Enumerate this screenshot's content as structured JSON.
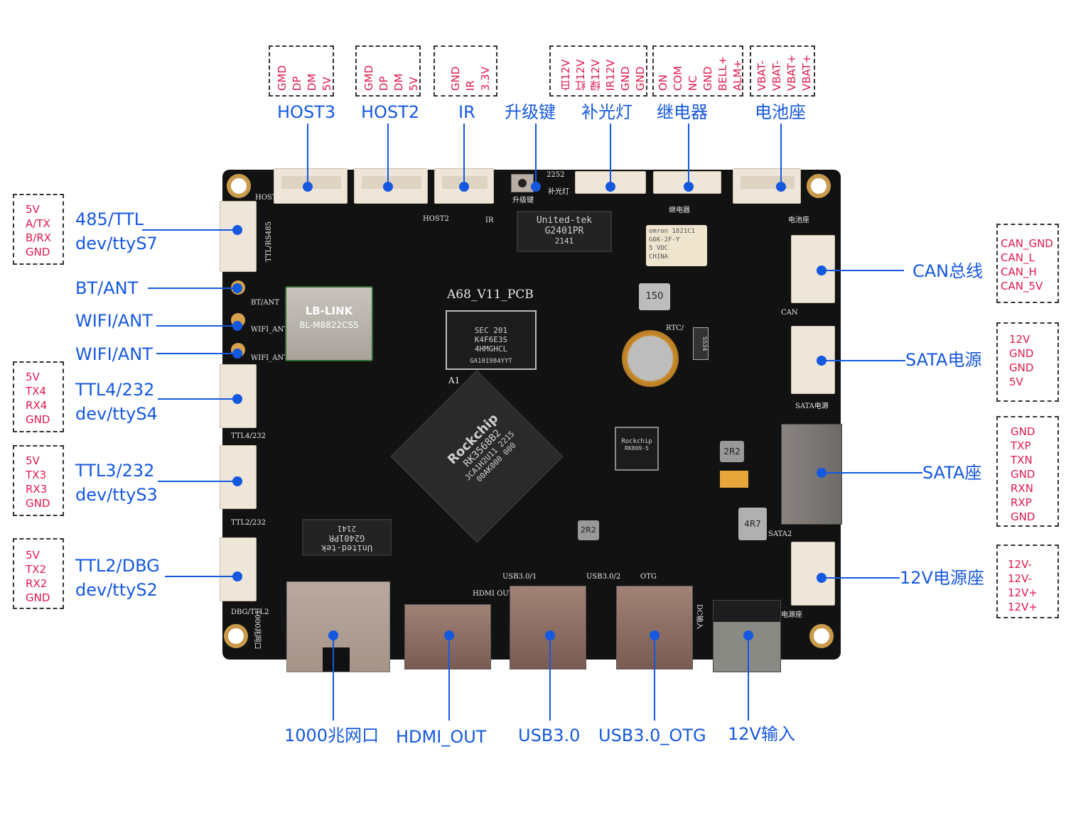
{
  "top_connectors": [
    {
      "label": "HOST3",
      "pins": [
        "GMD",
        "DP",
        "DM",
        "5V"
      ]
    },
    {
      "label": "HOST2",
      "pins": [
        "GMD",
        "DP",
        "DM",
        "5V"
      ]
    },
    {
      "label": "IR",
      "pins": [
        "GND",
        "IR",
        "3.3V"
      ]
    },
    {
      "label": "升级键",
      "pins": []
    },
    {
      "label": "补光灯",
      "pins": [
        "白12V",
        "红12V",
        "绿12V",
        "IR12V",
        "GND",
        "GND"
      ]
    },
    {
      "label": "继电器",
      "pins": [
        "ON",
        "COM",
        "NC",
        "GND",
        "BELL+",
        "ALM+"
      ]
    },
    {
      "label": "电池座",
      "pins": [
        "VBAT-",
        "VBAT-",
        "VBAT+",
        "VBAT+"
      ]
    }
  ],
  "left_connectors": [
    {
      "label": "485/TTL",
      "sub": "dev/ttyS7",
      "pins": [
        "5V",
        "A/TX",
        "B/RX",
        "GND"
      ]
    },
    {
      "label": "BT/ANT",
      "sub": "",
      "pins": []
    },
    {
      "label": "WIFI/ANT",
      "sub": "",
      "pins": []
    },
    {
      "label": "WIFI/ANT",
      "sub": "",
      "pins": []
    },
    {
      "label": "TTL4/232",
      "sub": "dev/ttyS4",
      "pins": [
        "5V",
        "TX4",
        "RX4",
        "GND"
      ]
    },
    {
      "label": "TTL3/232",
      "sub": "dev/ttyS3",
      "pins": [
        "5V",
        "TX3",
        "RX3",
        "GND"
      ]
    },
    {
      "label": "TTL2/DBG",
      "sub": "dev/ttyS2",
      "pins": [
        "5V",
        "TX2",
        "RX2",
        "GND"
      ]
    }
  ],
  "right_connectors": [
    {
      "label": "CAN总线",
      "pins": [
        "CAN_GND",
        "CAN_L",
        "CAN_H",
        "CAN_5V"
      ]
    },
    {
      "label": "SATA电源",
      "pins": [
        "12V",
        "GND",
        "GND",
        "5V"
      ]
    },
    {
      "label": "SATA座",
      "pins": [
        "GND",
        "TXP",
        "TXN",
        "GND",
        "RXN",
        "RXP",
        "GND"
      ]
    },
    {
      "label": "12V电源座",
      "pins": [
        "12V-",
        "12V-",
        "12V+",
        "12V+"
      ]
    }
  ],
  "bottom_connectors": [
    {
      "label": "1000兆网口"
    },
    {
      "label": "HDMI_OUT"
    },
    {
      "label": "USB3.0"
    },
    {
      "label": "USB3.0_OTG"
    },
    {
      "label": "12V输入"
    }
  ],
  "board": {
    "pcb_name": "A68_V11_PCB",
    "soc": {
      "brand": "Rockchip",
      "model": "RK3568B2",
      "line2": "JCA1H2U11 2215",
      "line3": "00AK000 000"
    },
    "memory": {
      "line1": "SEC 201",
      "line2": "K4F6E3S",
      "line3": "4HMGHCL",
      "line4": "GA101984YYT"
    },
    "wifi_module": {
      "brand": "LB-LINK",
      "model": "BL-M8822CS5"
    },
    "magnetics_top": {
      "brand": "United-tek",
      "model": "G2401PR",
      "code": "2141"
    },
    "magnetics_left": {
      "brand": "United-tek",
      "model": "G2401PR",
      "code": "2141"
    },
    "relay": {
      "brand": "omron",
      "code": "1821C1",
      "model": "G6K-2F-Y",
      "volt": "5",
      "unit": "VDC",
      "origin": "CHINA"
    },
    "pmic": {
      "brand": "Rockchip",
      "model": "RK809-5"
    },
    "inductors": [
      "150",
      "2R2",
      "2R2",
      "4R7"
    ],
    "diode": "SS34",
    "silk": {
      "host": "HOST",
      "host2": "HOST2",
      "ir": "IR",
      "ttl_rs485": "TTL/RS485",
      "bt_ant": "BT/ANT",
      "wifi_ant1": "WIFI_ANT",
      "wifi_ant2": "WIFI_ANT",
      "ttl4": "TTL4/232",
      "ttl2_232": "TTL2/232",
      "dbg": "DBG/TTL2",
      "upgrade": "升级键",
      "fill_light": "补光灯",
      "relay": "继电器",
      "battery": "电池座",
      "can": "CAN",
      "sata_power": "SATA电源",
      "sata2": "SATA2",
      "power": "电源座",
      "rtc": "RTC/",
      "hdmi": "HDMI OUT",
      "usb1": "USB3.0/1",
      "usb2": "USB3.0/2",
      "otg": "OTG",
      "dc": "DC输入",
      "lan": "1000兆网口",
      "a1": "A1",
      "fill_code": "2252"
    }
  }
}
